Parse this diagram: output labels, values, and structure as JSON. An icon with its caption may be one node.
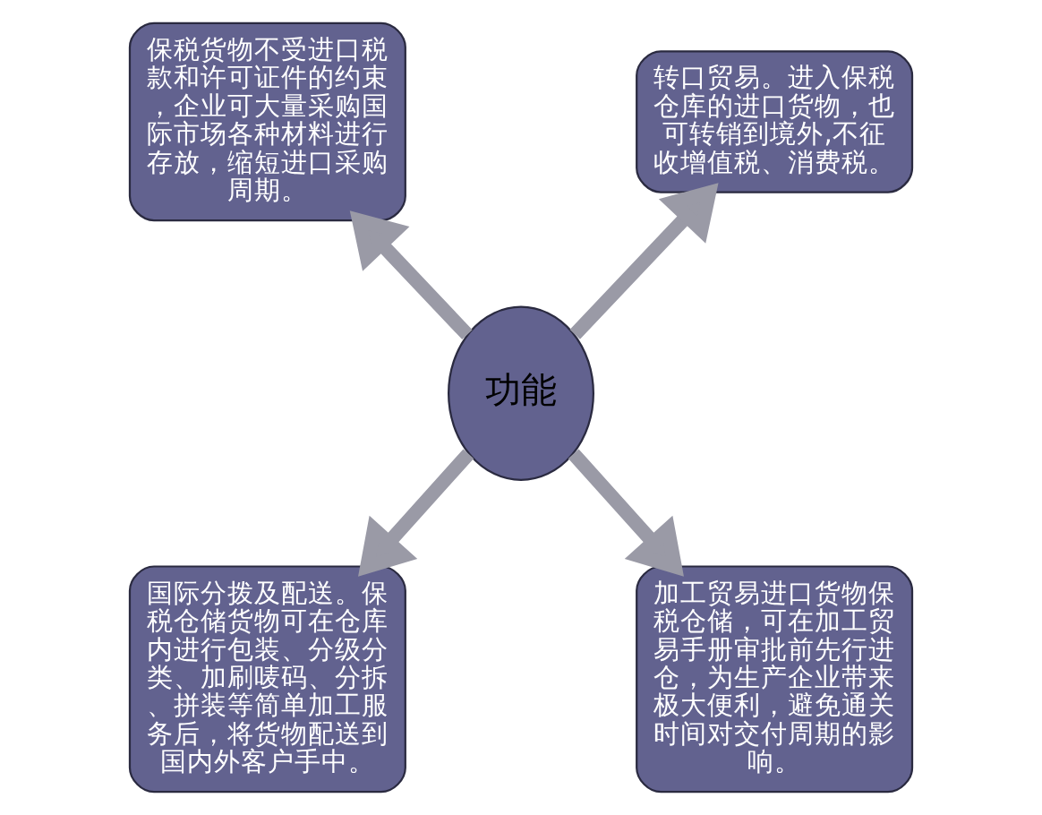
{
  "diagram": {
    "nodes": [
      {
        "text": [
          "保税货物不受进口税款和许可证件的约束，企业可大量采购国际市场各种材料进行存放，缩短进口采购周期。"
        ]
      },
      {
        "text": [
          "转口贸易。进入保税仓库的进口货物，也可转销到境外,不征收增值税、消费税。"
        ]
      },
      {
        "text": [
          "功能"
        ]
      },
      {
        "text": [
          "国际分拨及配送。保税仓储货物可在仓库内进行包装、分级分类、加刷唛码、分拆、拼装等简单加工服务后，将货物配送到国内外客户手中。"
        ]
      },
      {
        "text": [
          "加工贸易进口货物保税仓储，可在加工贸易手册审批前先行进仓，为生产企业带来极大便利，避免通关时间对交付周期的影响。"
        ]
      }
    ],
    "edges": [
      {
        "from": 2,
        "to": 0,
        "arrow": "to"
      },
      {
        "from": 2,
        "to": 1,
        "arrow": "to"
      },
      {
        "from": 2,
        "to": 3,
        "arrow": "to"
      },
      {
        "from": 2,
        "to": 4,
        "arrow": "to"
      }
    ]
  }
}
